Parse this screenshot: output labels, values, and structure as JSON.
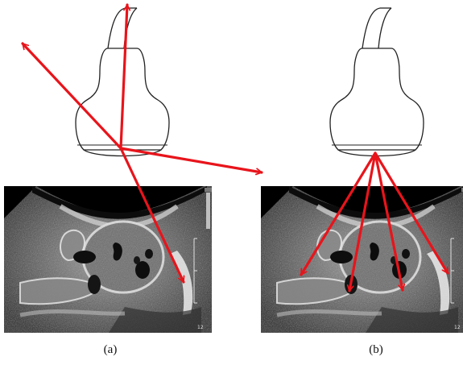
{
  "panels": [
    {
      "id": "a",
      "caption": "(a)",
      "scale_label": "12"
    },
    {
      "id": "b",
      "caption": "(b)",
      "scale_label": "12"
    }
  ],
  "colors": {
    "arrow": "#e8141b",
    "probe_outline": "#222222",
    "ultrasound_background": "#000000"
  },
  "icons": {
    "probe": "ultrasound-transducer-icon",
    "arrow": "arrow-icon"
  }
}
